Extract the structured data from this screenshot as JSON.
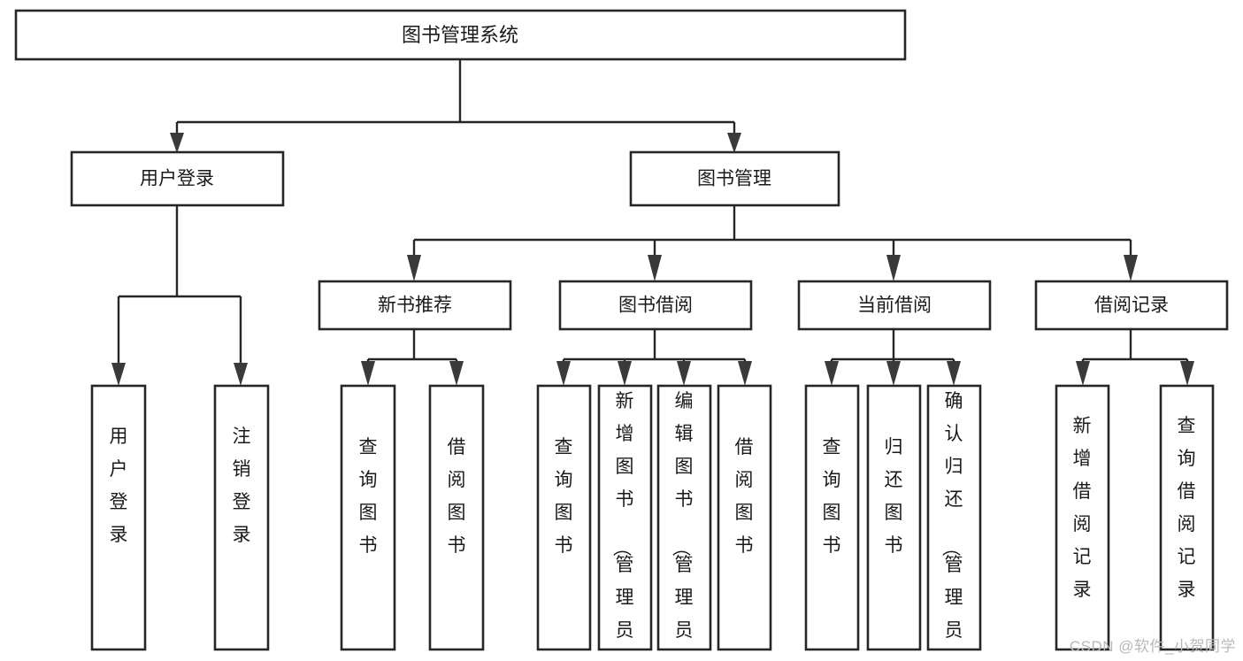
{
  "diagram": {
    "title": "图书管理系统",
    "type": "tree-hierarchy",
    "watermark": "CSDN @软件_小贺同学",
    "colors": {
      "stroke": "#262626",
      "fill": "#ffffff",
      "text": "#1a1a1a",
      "watermark": "#b9b9b9"
    },
    "nodes": {
      "root": {
        "label": "图书管理系统"
      },
      "level2": [
        {
          "id": "user-login",
          "label": "用户登录"
        },
        {
          "id": "book-manage",
          "label": "图书管理"
        }
      ],
      "level3": [
        {
          "id": "new-book-recommend",
          "label": "新书推荐"
        },
        {
          "id": "book-borrow",
          "label": "图书借阅"
        },
        {
          "id": "current-borrow",
          "label": "当前借阅"
        },
        {
          "id": "borrow-record",
          "label": "借阅记录"
        }
      ],
      "leaves": {
        "user-login": [
          {
            "id": "leaf-user-login",
            "label": "用户登录"
          },
          {
            "id": "leaf-logout-login",
            "label": "注销登录"
          }
        ],
        "new-book-recommend": [
          {
            "id": "leaf-query-book-1",
            "label": "查询图书"
          },
          {
            "id": "leaf-borrow-book-1",
            "label": "借阅图书"
          }
        ],
        "book-borrow": [
          {
            "id": "leaf-query-book-2",
            "label": "查询图书"
          },
          {
            "id": "leaf-add-book-admin",
            "label": "新增图书（管理员）"
          },
          {
            "id": "leaf-edit-book-admin",
            "label": "编辑图书（管理员）"
          },
          {
            "id": "leaf-borrow-book-2",
            "label": "借阅图书"
          }
        ],
        "current-borrow": [
          {
            "id": "leaf-query-book-3",
            "label": "查询图书"
          },
          {
            "id": "leaf-return-book",
            "label": "归还图书"
          },
          {
            "id": "leaf-confirm-return-admin",
            "label": "确认归还（管理员）"
          }
        ],
        "borrow-record": [
          {
            "id": "leaf-add-borrow-record",
            "label": "新增借阅记录"
          },
          {
            "id": "leaf-query-borrow-record",
            "label": "查询借阅记录"
          }
        ]
      }
    }
  }
}
